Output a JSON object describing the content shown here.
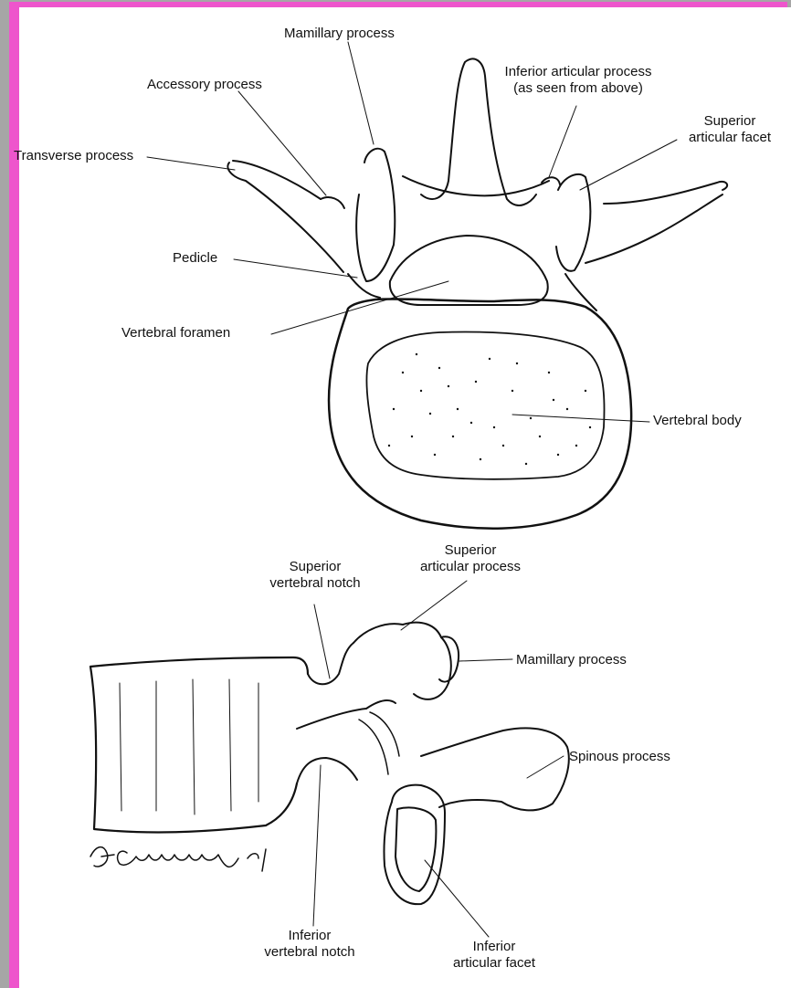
{
  "colors": {
    "page_background": "#a6a6a6",
    "frame_border": "#ee55cc",
    "paper": "#ffffff",
    "ink": "#111111"
  },
  "labels": {
    "mamillary_process_top": "Mamillary process",
    "accessory_process": "Accessory process",
    "inferior_articular_process_line1": "Inferior articular process",
    "inferior_articular_process_line2": "(as seen from above)",
    "superior_articular_facet_line1": "Superior",
    "superior_articular_facet_line2": "articular facet",
    "transverse_process": "Transverse process",
    "pedicle": "Pedicle",
    "vertebral_foramen": "Vertebral foramen",
    "vertebral_body": "Vertebral body",
    "superior_vertebral_notch_line1": "Superior",
    "superior_vertebral_notch_line2": "vertebral notch",
    "superior_articular_process_line1": "Superior",
    "superior_articular_process_line2": "articular process",
    "mamillary_process_bottom": "Mamillary process",
    "spinous_process": "Spinous process",
    "inferior_vertebral_notch_line1": "Inferior",
    "inferior_vertebral_notch_line2": "vertebral notch",
    "inferior_articular_facet_line1": "Inferior",
    "inferior_articular_facet_line2": "articular facet",
    "signature": "J Cumming '94"
  }
}
